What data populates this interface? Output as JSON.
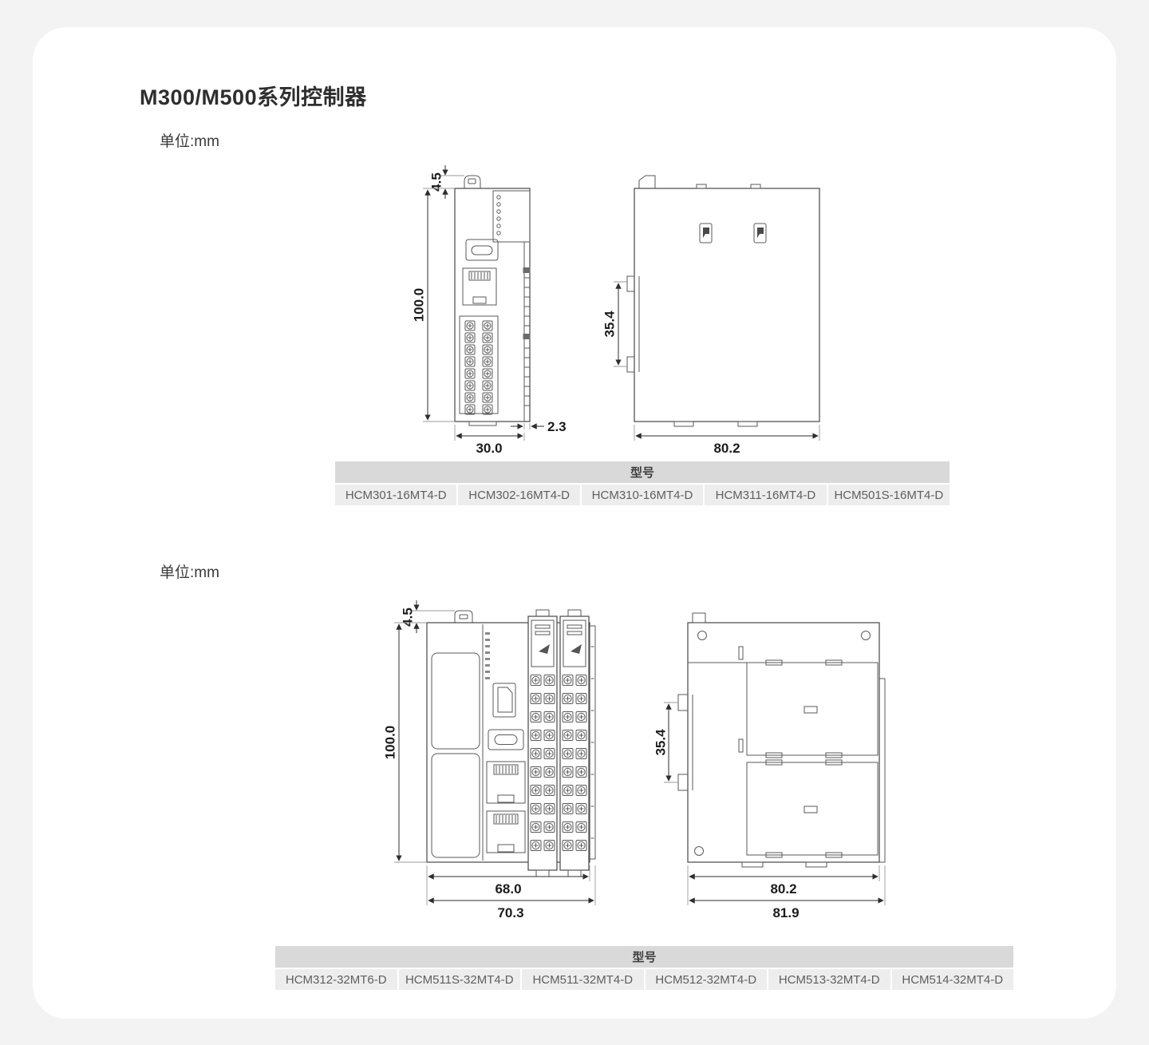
{
  "page": {
    "title": "M300/M500系列控制器",
    "unit_label": "单位:mm"
  },
  "section1": {
    "front_view": {
      "dim_top": "4.5",
      "dim_height": "100.0",
      "dim_width": "30.0",
      "dim_flange": "2.3"
    },
    "side_view": {
      "dim_rail": "35.4",
      "dim_depth": "80.2"
    },
    "table": {
      "header": "型号",
      "models": [
        "HCM301-16MT4-D",
        "HCM302-16MT4-D",
        "HCM310-16MT4-D",
        "HCM311-16MT4-D",
        "HCM501S-16MT4-D"
      ]
    }
  },
  "section2": {
    "front_view": {
      "dim_top": "4.5",
      "dim_height": "100.0",
      "dim_width_body": "68.0",
      "dim_width_total": "70.3"
    },
    "side_view": {
      "dim_rail": "35.4",
      "dim_depth_body": "80.2",
      "dim_depth_total": "81.9"
    },
    "table": {
      "header": "型号",
      "models": [
        "HCM312-32MT6-D",
        "HCM511S-32MT4-D",
        "HCM511-32MT4-D",
        "HCM512-32MT4-D",
        "HCM513-32MT4-D",
        "HCM514-32MT4-D"
      ]
    }
  }
}
